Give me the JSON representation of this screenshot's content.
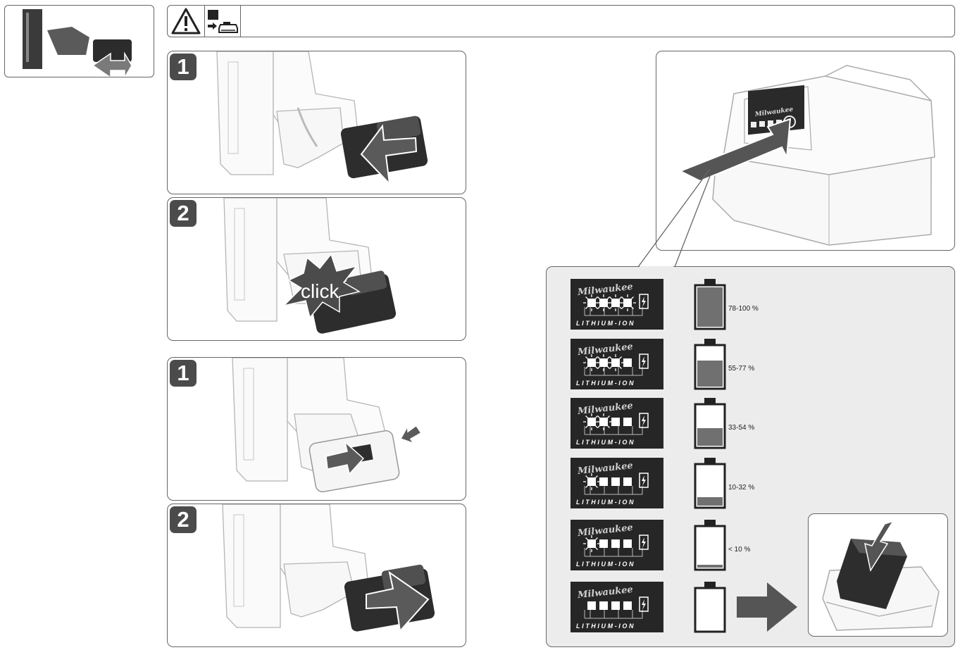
{
  "header": {
    "warning_icon": "warning-triangle-icon",
    "battery_tool_icon": "battery-insert-tool-icon"
  },
  "insert_section": {
    "steps": [
      {
        "number": "1"
      },
      {
        "number": "2",
        "sound_label": "click"
      }
    ]
  },
  "remove_section": {
    "steps": [
      {
        "number": "1"
      },
      {
        "number": "2"
      }
    ]
  },
  "fuel_gauge": {
    "brand_text": "Milwaukee",
    "battery_type_text": "LITHIUM-ION",
    "levels": [
      {
        "label": "78-100 %",
        "lit_leds": 4,
        "charge_fill": 1.0
      },
      {
        "label": "55-77 %",
        "lit_leds": 3,
        "charge_fill": 0.66
      },
      {
        "label": "33-54 %",
        "lit_leds": 2,
        "charge_fill": 0.44
      },
      {
        "label": "10-32 %",
        "lit_leds": 1,
        "charge_fill": 0.21
      },
      {
        "label": "< 10 %",
        "lit_leds": 1,
        "charge_fill": 0.07
      },
      {
        "label": "",
        "lit_leds": 0,
        "charge_fill": 0.0
      }
    ]
  },
  "colors": {
    "panel_border": "#666666",
    "panel_gray": "#ececec",
    "badge": "#4b4b4b",
    "gauge_bg": "#262626",
    "battery_fill": "#707070",
    "arrow": "#555555"
  }
}
